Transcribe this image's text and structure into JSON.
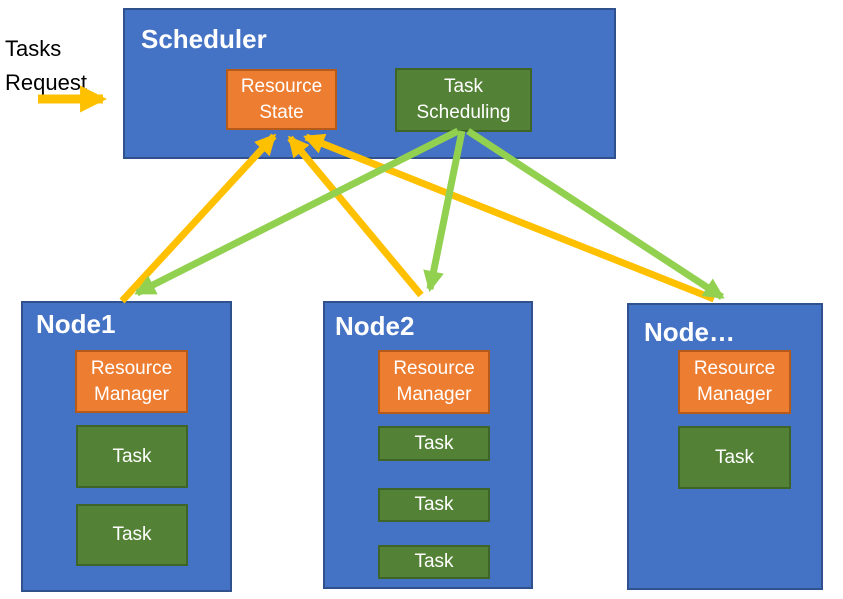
{
  "diagram_title": "Scheduler / Nodes task scheduling diagram",
  "colors": {
    "blue_fill": "#4472C4",
    "blue_border": "#2F528F",
    "orange_fill": "#ED7D31",
    "orange_border": "#B55A19",
    "green_fill": "#538135",
    "green_border": "#3E6527",
    "arrow_yellow": "#FFC000",
    "arrow_green": "#92D050",
    "label_text": "#000000",
    "box_text": "#FFFFFF"
  },
  "tasks_request": {
    "label": "Tasks\nRequest"
  },
  "scheduler": {
    "title": "Scheduler",
    "resource_state": {
      "label": "Resource State"
    },
    "task_scheduling": {
      "label": "Task Scheduling"
    }
  },
  "nodes": [
    {
      "title": "Node1",
      "manager": "Resource Manager",
      "tasks": [
        "Task",
        "Task"
      ]
    },
    {
      "title": "Node2",
      "manager": "Resource Manager",
      "tasks": [
        "Task",
        "Task",
        "Task"
      ]
    },
    {
      "title": "Node…",
      "manager": "Resource Manager",
      "tasks": [
        "Task"
      ]
    }
  ],
  "arrows": {
    "yellow_meaning": "resource state reporting (node → Resource State)",
    "green_meaning": "task dispatch (Task Scheduling → node)",
    "tasks_request_meaning": "incoming tasks request → Scheduler"
  }
}
